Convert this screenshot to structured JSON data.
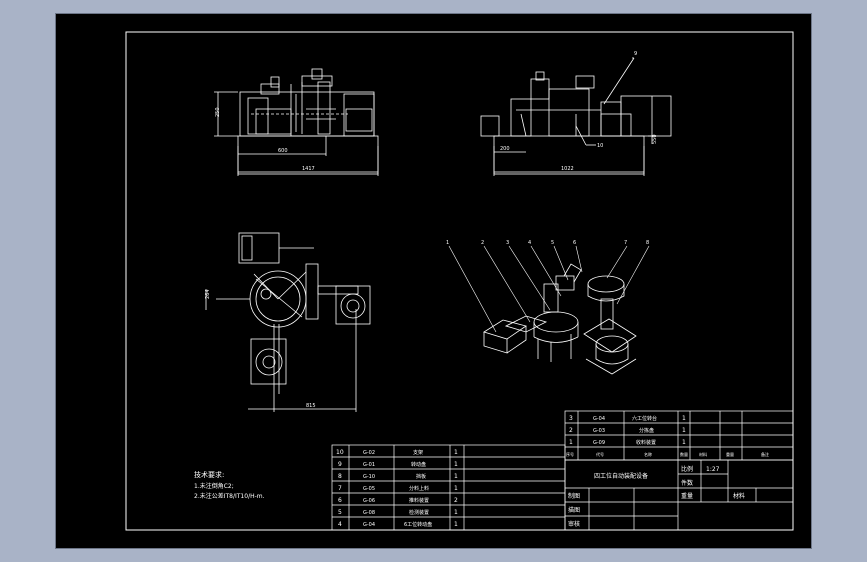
{
  "technical_requirements": {
    "title": "技术要求:",
    "items": [
      "1.未注倒角C2;",
      "2.未注公差IT8/IT10/H-m."
    ]
  },
  "parts_list_lower": [
    {
      "no": "10",
      "code": "G-02",
      "name": "支架",
      "qty": "1"
    },
    {
      "no": "9",
      "code": "G-01",
      "name": "转动盘",
      "qty": "1"
    },
    {
      "no": "8",
      "code": "G-10",
      "name": "挡板",
      "qty": "1"
    },
    {
      "no": "7",
      "code": "G-05",
      "name": "分料上料",
      "qty": "1"
    },
    {
      "no": "6",
      "code": "G-06",
      "name": "推料装置",
      "qty": "2"
    },
    {
      "no": "5",
      "code": "G-08",
      "name": "检测装置",
      "qty": "1"
    },
    {
      "no": "4",
      "code": "G-04",
      "name": "6工位转动盘",
      "qty": "1"
    }
  ],
  "parts_list_upper": [
    {
      "no": "3",
      "code": "G-04",
      "name": "六工位转台",
      "qty": "1"
    },
    {
      "no": "2",
      "code": "G-03",
      "name": "分拣盘",
      "qty": "1"
    },
    {
      "no": "1",
      "code": "G-09",
      "name": "收料装置",
      "qty": "1"
    }
  ],
  "parts_header": [
    "序号",
    "代号",
    "名称",
    "数量",
    "材料",
    "重量",
    "备注"
  ],
  "title_block": {
    "drawing_name": "四工位自动装配设备",
    "scale_label": "比例",
    "scale_value": "1:27",
    "qty_label": "件数",
    "weight_label": "重量",
    "material_label": "材料",
    "drawn_label": "制图",
    "design_label": "描图",
    "check_label": "审核"
  },
  "dimensions": {
    "front_height": "250",
    "front_inner_width": "600",
    "front_total_width": "1417",
    "side_left": "200",
    "side_total": "1022",
    "side_right": "550",
    "plan_left": "264",
    "plan_right": "815"
  },
  "callouts": {
    "side_view": [
      "9",
      "10"
    ],
    "iso_view": [
      "1",
      "2",
      "3",
      "4",
      "5",
      "6",
      "7",
      "8"
    ]
  }
}
